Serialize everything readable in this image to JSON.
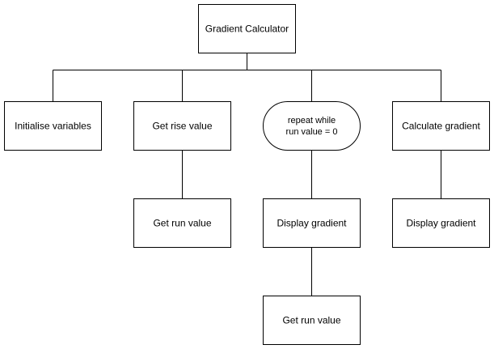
{
  "diagram": {
    "root": "Gradient Calculator",
    "branches": {
      "initialise": "Initialise variables",
      "get_rise": "Get rise value",
      "get_run_1": "Get run value",
      "repeat_line1": "repeat while",
      "repeat_line2": "run value = 0",
      "display_1": "Display gradient",
      "get_run_2": "Get run value",
      "calculate": "Calculate gradient",
      "display_2": "Display gradient"
    }
  }
}
